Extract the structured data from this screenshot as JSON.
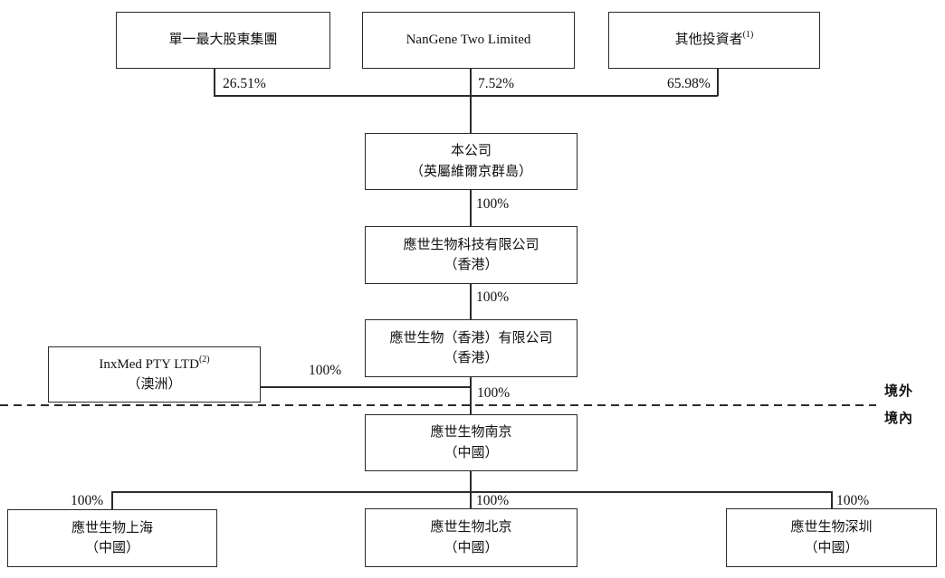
{
  "page": {
    "background": "#ffffff",
    "line_color": "#2b2b2b",
    "text_color": "#111111"
  },
  "boxes": {
    "largest_shareholder": {
      "name": "單一最大股東集團"
    },
    "nangene": {
      "name": "NanGene Two Limited"
    },
    "other_investors": {
      "name": "其他投資者",
      "footnote": "(1)"
    },
    "company": {
      "name": "本公司",
      "location": "（英屬維爾京群島）"
    },
    "hk_tech": {
      "name": "應世生物科技有限公司",
      "location": "（香港）"
    },
    "hk_co": {
      "name": "應世生物（香港）有限公司",
      "location": "（香港）"
    },
    "inxmed": {
      "name": "InxMed PTY LTD",
      "footnote": "(2)",
      "location": "（澳洲）"
    },
    "nanjing": {
      "name": "應世生物南京",
      "location": "（中國）"
    },
    "shanghai": {
      "name": "應世生物上海",
      "location": "（中國）"
    },
    "beijing": {
      "name": "應世生物北京",
      "location": "（中國）"
    },
    "shenzhen": {
      "name": "應世生物深圳",
      "location": "（中國）"
    }
  },
  "percentages": {
    "largest_shareholder_to_company": "26.51%",
    "nangene_to_company": "7.52%",
    "other_investors_to_company": "65.98%",
    "company_to_hk_tech": "100%",
    "hk_tech_to_hk_co": "100%",
    "hk_co_to_inxmed": "100%",
    "hk_co_to_nanjing": "100%",
    "nanjing_to_shanghai": "100%",
    "nanjing_to_beijing": "100%",
    "nanjing_to_shenzhen": "100%"
  },
  "region_labels": {
    "offshore": "境外",
    "onshore": "境內"
  }
}
